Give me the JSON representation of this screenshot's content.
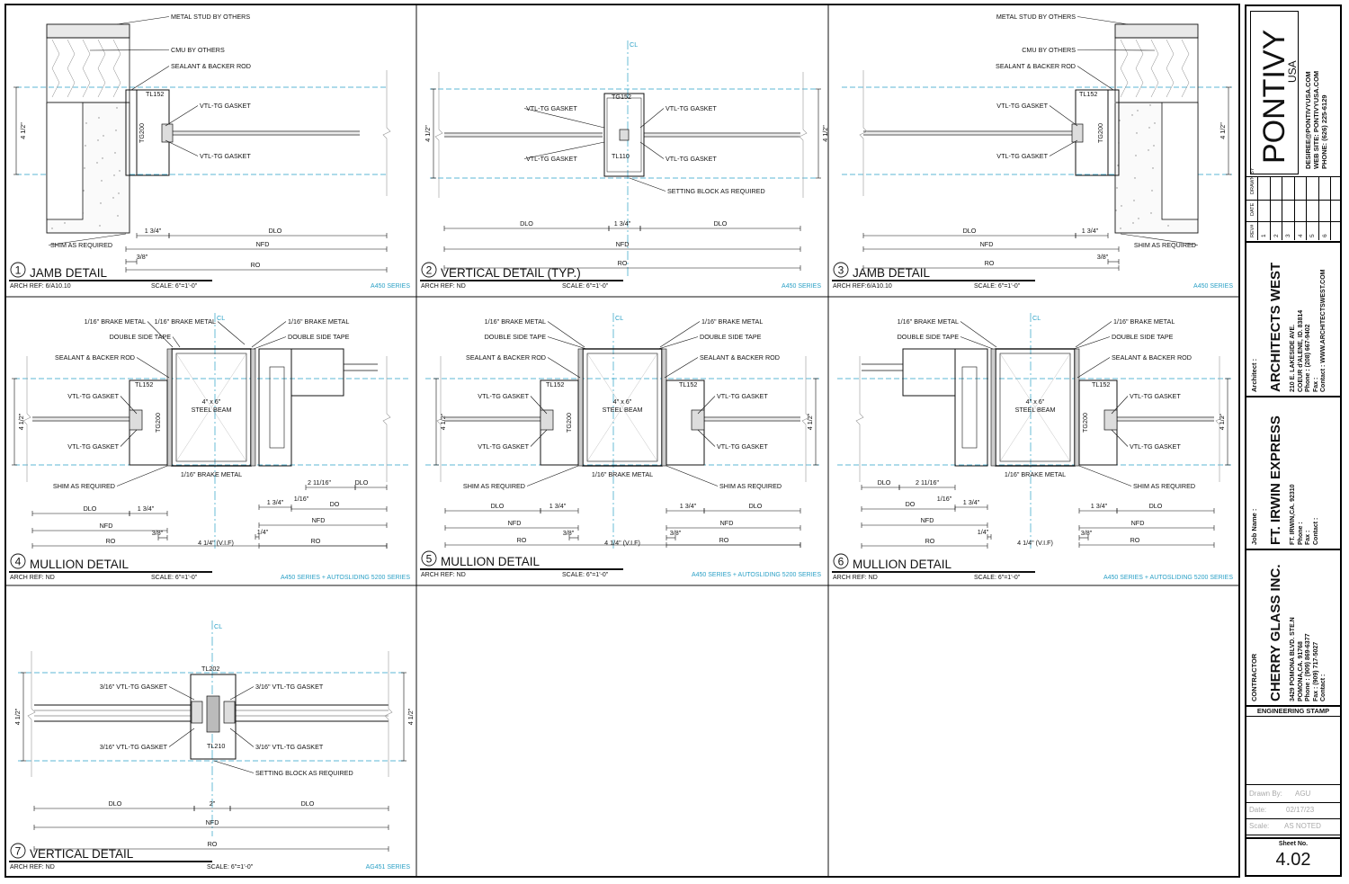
{
  "panels": [
    {
      "number": "1",
      "title": "JAMB DETAIL",
      "arch_ref": "ARCH REF: 6/A10.10",
      "scale": "SCALE: 6\"=1'-0\"",
      "series": "A450 SERIES",
      "callouts": [
        "METAL STUD BY OTHERS",
        "CMU BY OTHERS",
        "SEALANT & BACKER ROD",
        "TL152",
        "VTL-TG GASKET",
        "TG200",
        "VTL-TG GASKET",
        "SHIM AS REQUIRED"
      ],
      "height_dim": "4 1/2\"",
      "dims": [
        "1 3/4\"",
        "DLO",
        "NFD",
        "3/8\"",
        "RO"
      ]
    },
    {
      "number": "2",
      "title": "VERTICAL DETAIL (TYP.)",
      "arch_ref": "ARCH REF: ND",
      "scale": "SCALE: 6\"=1'-0\"",
      "series": "A450 SERIES",
      "callouts": [
        "CL",
        "TG152",
        "VTL-TG GASKET",
        "VTL-TG GASKET",
        "VTL-TG GASKET",
        "VTL-TG GASKET",
        "TL110",
        "SETTING BLOCK AS REQUIRED"
      ],
      "height_dim": "4 1/2\"",
      "dims": [
        "DLO",
        "1 3/4\"",
        "DLO",
        "NFD",
        "RO"
      ]
    },
    {
      "number": "3",
      "title": "JAMB DETAIL",
      "arch_ref": "ARCH REF:6/A10.10",
      "scale": "SCALE: 6\"=1'-0\"",
      "series": "A450 SERIES",
      "callouts": [
        "METAL STUD BY OTHERS",
        "CMU BY OTHERS",
        "SEALANT & BACKER ROD",
        "TL152",
        "VTL-TG GASKET",
        "TG200",
        "VTL-TG GASKET",
        "SHIM AS REQUIRED"
      ],
      "height_dim": "4 1/2\"",
      "dims": [
        "DLO",
        "1 3/4\"",
        "NFD",
        "3/8\"",
        "RO"
      ]
    },
    {
      "number": "4",
      "title": "MULLION DETAIL",
      "arch_ref": "ARCH REF: ND",
      "scale": "SCALE: 6\"=1'-0\"",
      "series": "A450 SERIES + AUTOSLIDING 5200 SERIES",
      "callouts": [
        "1/16\" BRAKE METAL",
        "DOUBLE SIDE TAPE",
        "SEALANT & BACKER ROD",
        "TL152",
        "VTL-TG GASKET",
        "TG200",
        "VTL-TG GASKET",
        "SHIM AS REQUIRED",
        "1/16\" BRAKE METAL",
        "DOUBLE SIDE TAPE",
        "CL",
        "4\" x 6\"",
        "STEEL BEAM",
        "1/16\" BRAKE METAL"
      ],
      "height_dim": "4 1/2\"",
      "dims": [
        "DLO",
        "1 3/4\"",
        "NFD",
        "3/8\"",
        "RO",
        "4 1/4\" (V.I.F)",
        "1/4\"",
        "1 3/4\"",
        "1/16\"",
        "2 11/16\"",
        "DLO",
        "DO",
        "NFD",
        "RO"
      ]
    },
    {
      "number": "5",
      "title": "MULLION DETAIL",
      "arch_ref": "ARCH REF: ND",
      "scale": "SCALE: 6\"=1'-0\"",
      "series": "A450 SERIES + AUTOSLIDING 5200 SERIES",
      "callouts": [
        "1/16\" BRAKE METAL",
        "DOUBLE SIDE TAPE",
        "SEALANT & BACKER ROD",
        "TL152",
        "VTL-TG GASKET",
        "TG200",
        "VTL-TG GASKET",
        "SHIM AS REQUIRED",
        "1/16\" BRAKE METAL",
        "DOUBLE SIDE TAPE",
        "SEALANT & BACKER ROD",
        "TL152",
        "VTL-TG GASKET",
        "VTL-TG GASKET",
        "SHIM AS REQUIRED",
        "CL",
        "4\" x 6\"",
        "STEEL BEAM",
        "1/16\" BRAKE METAL"
      ],
      "height_dim": "4 1/2\"",
      "dims": [
        "DLO",
        "1 3/4\"",
        "NFD",
        "3/8\"",
        "RO",
        "4 1/4\" (V.I.F)",
        "3/8\"",
        "1 3/4\"",
        "DLO",
        "NFD",
        "RO"
      ]
    },
    {
      "number": "6",
      "title": "MULLION DETAIL",
      "arch_ref": "ARCH REF: ND",
      "scale": "SCALE: 6\"=1'-0\"",
      "series": "A450 SERIES + AUTOSLIDING 5200 SERIES",
      "callouts": [
        "1/16\" BRAKE METAL",
        "DOUBLE SIDE TAPE",
        "1/16\" BRAKE METAL",
        "DOUBLE SIDE TAPE",
        "SEALANT & BACKER ROD",
        "TL152",
        "VTL-TG GASKET",
        "TG200",
        "VTL-TG GASKET",
        "SHIM AS REQUIRED",
        "CL",
        "4\" x 6\"",
        "STEEL BEAM",
        "1/16\" BRAKE METAL"
      ],
      "height_dim": "4 1/2\"",
      "dims": [
        "DLO",
        "2 11/16\"",
        "1/16\"",
        "DO",
        "1 3/4\"",
        "NFD",
        "1/4\"",
        "RO",
        "4 1/4\" (V.I.F)",
        "3/8\"",
        "1 3/4\"",
        "DLO",
        "NFD",
        "RO"
      ]
    },
    {
      "number": "7",
      "title": "VERTICAL DETAIL",
      "arch_ref": "ARCH REF: ND",
      "scale": "SCALE: 6\"=1'-0\"",
      "series": "AG451 SERIES",
      "callouts": [
        "CL",
        "TL202",
        "3/16\" VTL-TG GASKET",
        "3/16\" VTL-TG GASKET",
        "3/16\" VTL-TG GASKET",
        "3/16\" VTL-TG GASKET",
        "TL210",
        "SETTING BLOCK AS REQUIRED"
      ],
      "height_dim": "4 1/2\"",
      "dims": [
        "DLO",
        "2\"",
        "DLO",
        "NFD",
        "RO"
      ]
    }
  ],
  "title_block": {
    "brand": "PONTIVY",
    "brand_sub": "USA",
    "brand_contact": [
      "DESIREE@PONTIVYUSA.COM",
      "WEB SITE: PONTIVYUSA.COM",
      "PHONE: (626) 225-6129"
    ],
    "revision_headers": [
      "REV#",
      "DATE",
      "DRAWN BY"
    ],
    "revision_numbers": [
      "1",
      "2",
      "3",
      "4",
      "5",
      "6"
    ],
    "architect": {
      "label": "Architect :",
      "name": "ARCHITECTS WEST",
      "lines": [
        "210 E. LAKESIDE AVE.",
        "COEUR d'ALENE, ID. 83814",
        "Phone  :  (208) 667-9402",
        "Fax  :",
        "Contact :  WWW.ARCHITECTSWEST.COM"
      ]
    },
    "job": {
      "label": "Job Name :",
      "name": "FT. IRWIN EXPRESS",
      "lines": [
        "FT. IRWIN,CA. 92310",
        "Phone  :",
        "Fax  :",
        "Contact :"
      ]
    },
    "contractor": {
      "label": "CONTRACTOR",
      "name": "CHERRY GLASS INC.",
      "lines": [
        "3429 POMONA BLVD. STE.N",
        "POMONA,CA. 91768",
        "Phone  :  (909) 869-6377",
        "Fax  :  (909) 717-5027",
        "Contact :"
      ]
    },
    "engineering_stamp": "ENGINEERING STAMP",
    "drawn_by_label": "Drawn By:",
    "drawn_by": "AGU",
    "date_label": "Date:",
    "date": "02/17/23",
    "scale_label": "Scale:",
    "scale": "AS NOTED",
    "sheet_label": "Sheet No.",
    "sheet_no": "4.02"
  },
  "colors": {
    "accent": "#2aa0c6",
    "line": "#111111"
  }
}
